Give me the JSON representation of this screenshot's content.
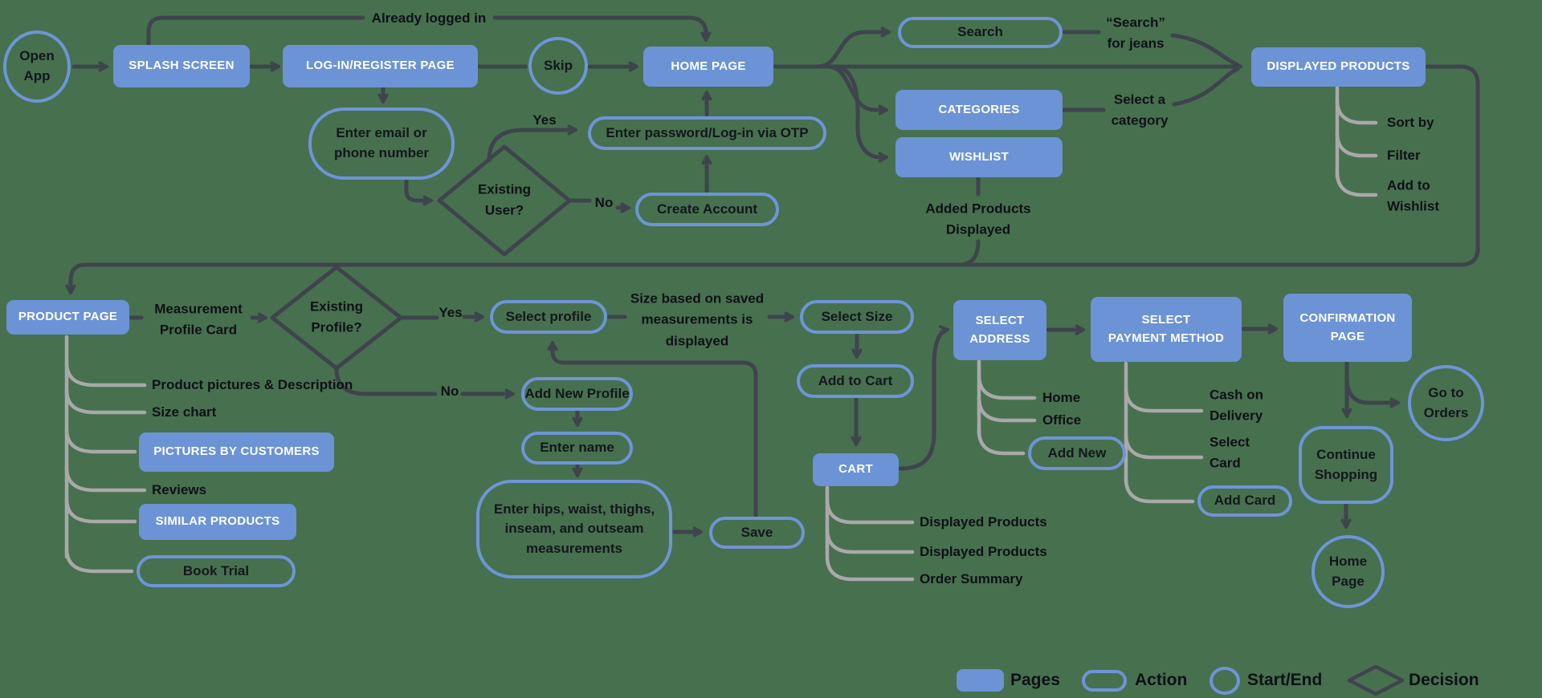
{
  "colors": {
    "background": "#47704F",
    "node_fill": "#6B93D6",
    "node_outline": "#6E95D8",
    "line_dark": "#3E444C",
    "line_gray": "#A9A9A9",
    "text_dark": "#0E1116",
    "text_on_fill": "#FFFFFF"
  },
  "flow": {
    "start_end": {
      "open_app": "Open\nApp",
      "skip": "Skip",
      "go_to_orders": "Go to\nOrders",
      "continue_shopping": "Continue\nShopping",
      "home_page_end": "Home\nPage"
    },
    "pages": {
      "splash_screen": "SPLASH SCREEN",
      "login_register": "LOG-IN/REGISTER PAGE",
      "home_page": "HOME PAGE",
      "categories": "CATEGORIES",
      "wishlist": "WISHLIST",
      "displayed_products": "DISPLAYED PRODUCTS",
      "product_page": "PRODUCT PAGE",
      "pictures_by_customers": "PICTURES BY CUSTOMERS",
      "similar_products": "SIMILAR PRODUCTS",
      "select_address": "SELECT\nADDRESS",
      "select_payment_method": "SELECT\nPAYMENT METHOD",
      "confirmation_page": "CONFIRMATION\nPAGE",
      "cart": "CART"
    },
    "actions": {
      "enter_email": "Enter email or\nphone number",
      "enter_password_otp": "Enter password/Log-in via OTP",
      "create_account": "Create Account",
      "search": "Search",
      "select_profile": "Select profile",
      "add_new_profile": "Add New Profile",
      "enter_name": "Enter name",
      "enter_measurements": "Enter hips, waist, thighs,\ninseam, and outseam\nmeasurements",
      "save": "Save",
      "select_size": "Select Size",
      "add_to_cart": "Add to Cart",
      "add_new": "Add New",
      "add_card": "Add Card",
      "book_trial": "Book Trial"
    },
    "decisions": {
      "existing_user": "Existing\nUser?",
      "existing_profile": "Existing\nProfile?"
    },
    "annotations": {
      "already_logged_in": "Already logged in",
      "yes_user": "Yes",
      "no_user": "No",
      "search_for_jeans": "“Search”\nfor jeans",
      "select_a_category": "Select a\ncategory",
      "added_products_displayed": "Added Products\nDisplayed",
      "sort_by": "Sort by",
      "filter": "Filter",
      "add_to_wishlist": "Add to\nWishlist",
      "measurement_profile_card": "Measurement\nProfile Card",
      "yes_profile": "Yes",
      "no_profile": "No",
      "size_based": "Size based on saved\nmeasurements is\ndisplayed",
      "product_pictures_description": "Product pictures & Description",
      "size_chart": "Size chart",
      "reviews": "Reviews",
      "home": "Home",
      "office": "Office",
      "cash_on_delivery": "Cash on\nDelivery",
      "select_card": "Select\nCard",
      "displayed_products_1": "Displayed Products",
      "displayed_products_2": "Displayed Products",
      "order_summary": "Order Summary"
    }
  },
  "legend": {
    "pages": "Pages",
    "action": "Action",
    "start_end": "Start/End",
    "decision": "Decision"
  }
}
